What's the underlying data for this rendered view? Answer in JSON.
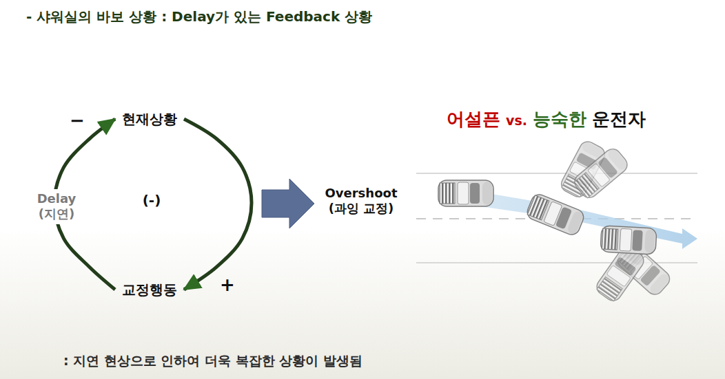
{
  "diagram": {
    "title": "- 샤워실의 바보 상황 : Delay가 있는 Feedback 상황",
    "caption": ": 지연 현상으로 인하여 더욱 복잡한 상황이 발생됨",
    "nodes": [
      {
        "text": [
          "현재상황"
        ]
      },
      {
        "text": [
          "교정행동"
        ]
      }
    ],
    "edges": [
      {
        "from": 0,
        "to": 1,
        "arrow": "to",
        "label": "+"
      },
      {
        "from": 1,
        "to": 0,
        "arrow": "to",
        "label": "Delay (지연)"
      }
    ],
    "labels": [
      "−",
      "(-)",
      "Overshoot (과잉 교정)",
      "어설픈",
      "vs.",
      "능숙한",
      "운전자"
    ]
  }
}
